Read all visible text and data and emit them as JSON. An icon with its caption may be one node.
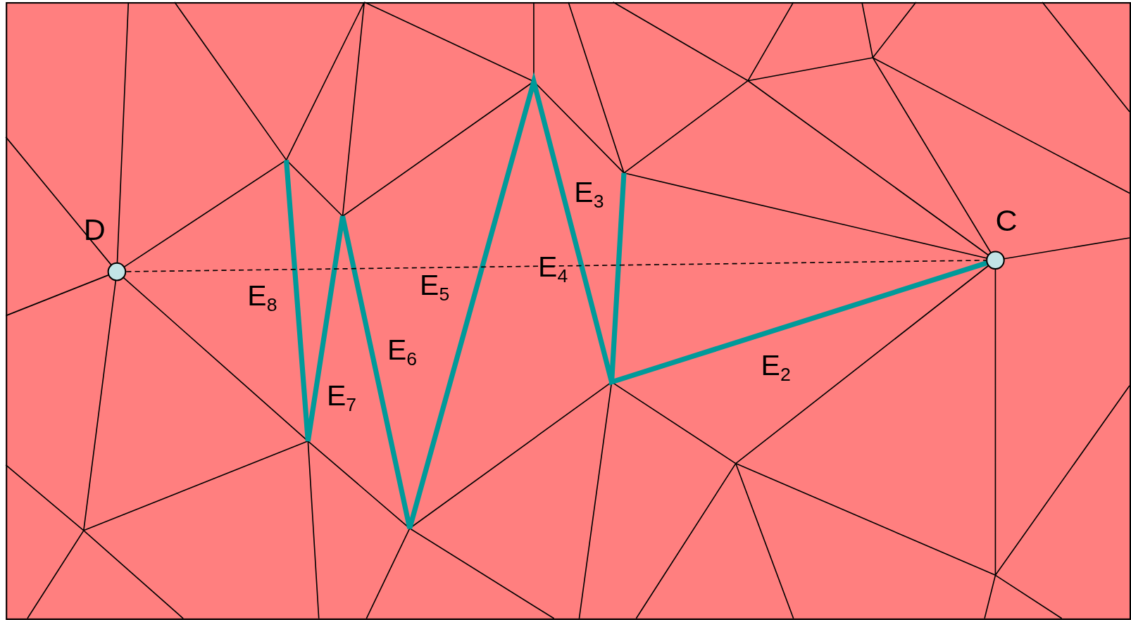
{
  "diagram": {
    "nodes": [
      {
        "text": [
          "D"
        ]
      },
      {
        "text": [
          "C"
        ]
      }
    ],
    "edges": [
      {
        "from": 0,
        "to": 1,
        "arrow": "none",
        "style": "dashed"
      }
    ],
    "labels": [
      "E$_{3}$",
      "E$_{4}$",
      "E$_{5}$",
      "E$_{8}$",
      "E$_{6}$",
      "E$_{2}$",
      "E$_{7}$"
    ]
  }
}
